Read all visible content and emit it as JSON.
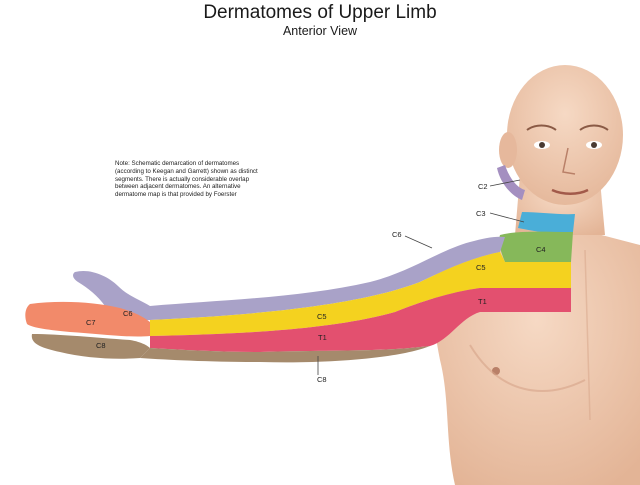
{
  "header": {
    "title": "Dermatomes of Upper Limb",
    "subtitle": "Anterior View"
  },
  "note": "Note: Schematic demarcation of dermatomes\n(according to Keegan and Garrett) shown as distinct\nsegments. There is actually considerable overlap\nbetween adjacent dermatomes.  An alternative\ndermatome map is that provided by Foerster",
  "labels": {
    "c2": "C2",
    "c3": "C3",
    "c4": "C4",
    "c5_shoulder": "C5",
    "c6_shoulder": "C6",
    "t1_chest": "T1",
    "c6_hand": "C6",
    "c7_hand": "C7",
    "c8_hand": "C8",
    "c5_arm": "C5",
    "t1_arm": "T1",
    "c8_arm": "C8"
  },
  "colors": {
    "c2": "#a48fc0",
    "c3": "#4aaed8",
    "c4": "#86b85a",
    "c5": "#f4d21f",
    "c6": "#a9a2c8",
    "c7": "#f28a6a",
    "c8": "#a58a6c",
    "t1": "#e3506f",
    "skin": "#f1cdb4",
    "skin_shadow": "#d9ab8e"
  }
}
